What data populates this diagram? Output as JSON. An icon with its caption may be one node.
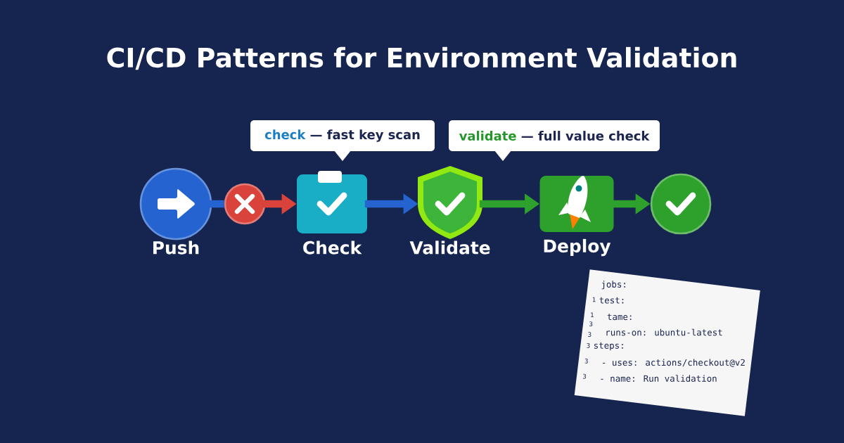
{
  "diagram": {
    "title": "CI/CD Patterns for Environment Validation",
    "nodes": [
      {
        "text": [
          "Push"
        ]
      },
      {
        "text": [],
        "shape": "circle"
      },
      {
        "text": [
          "Check"
        ]
      },
      {
        "text": [
          "Validate"
        ]
      },
      {
        "text": [
          "Deploy"
        ]
      },
      {
        "text": [],
        "shape": "circle"
      },
      {
        "text": [
          "check",
          "— fast key scan"
        ]
      },
      {
        "text": [
          "validate",
          "— full value check"
        ]
      }
    ],
    "edges": [
      {
        "from": 0,
        "to": 1,
        "arrow": "none",
        "color": "#2563d0"
      },
      {
        "from": 1,
        "to": 2,
        "arrow": "to",
        "color": "#d9433b"
      },
      {
        "from": 2,
        "to": 3,
        "arrow": "to",
        "color": "#2563d0"
      },
      {
        "from": 3,
        "to": 4,
        "arrow": "to",
        "color": "#2ea02c"
      },
      {
        "from": 4,
        "to": 5,
        "arrow": "to",
        "color": "#2ea02c"
      }
    ],
    "labels": [
      "jobs:",
      "1",
      "test:",
      "1",
      "tame:",
      "3",
      "3",
      "runs-on: ubuntu-latest",
      "3",
      "steps:",
      "3",
      "- uses: actions/checkout@v2",
      "3",
      "- name: Run validation"
    ]
  }
}
